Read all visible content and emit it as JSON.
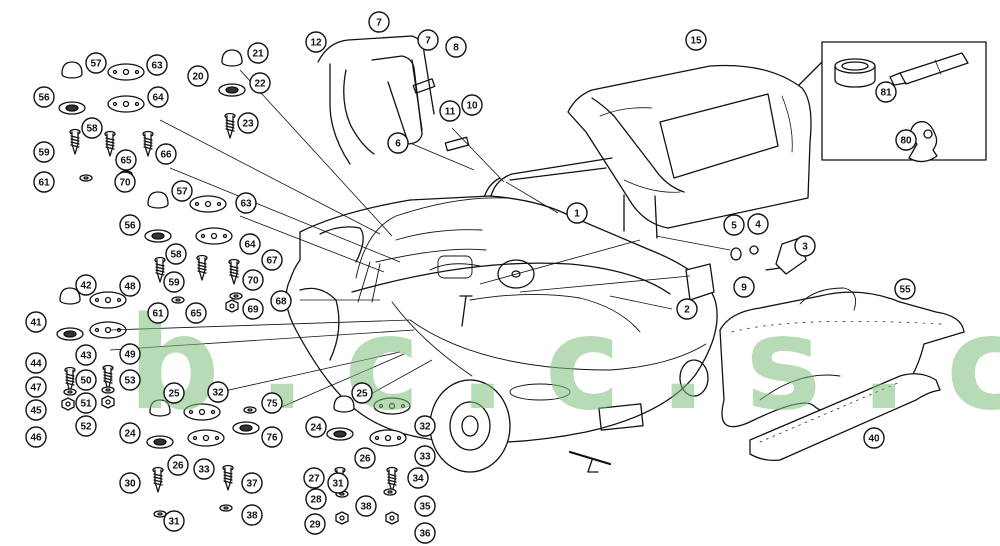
{
  "diagram": {
    "watermark": "b.c.c.s.ch",
    "parts": [
      "1",
      "2",
      "3",
      "4",
      "5",
      "6",
      "7",
      "7",
      "8",
      "9",
      "10",
      "11",
      "12",
      "15",
      "20",
      "21",
      "22",
      "23",
      "24",
      "24",
      "25",
      "25",
      "26",
      "26",
      "27",
      "28",
      "29",
      "30",
      "31",
      "31",
      "32",
      "32",
      "33",
      "33",
      "34",
      "35",
      "36",
      "37",
      "38",
      "38",
      "40",
      "41",
      "42",
      "43",
      "44",
      "45",
      "46",
      "47",
      "48",
      "49",
      "50",
      "51",
      "52",
      "53",
      "55",
      "56",
      "56",
      "57",
      "57",
      "58",
      "58",
      "59",
      "59",
      "61",
      "61",
      "63",
      "63",
      "64",
      "64",
      "65",
      "65",
      "66",
      "67",
      "68",
      "69",
      "70",
      "70",
      "75",
      "76",
      "80",
      "81"
    ]
  }
}
